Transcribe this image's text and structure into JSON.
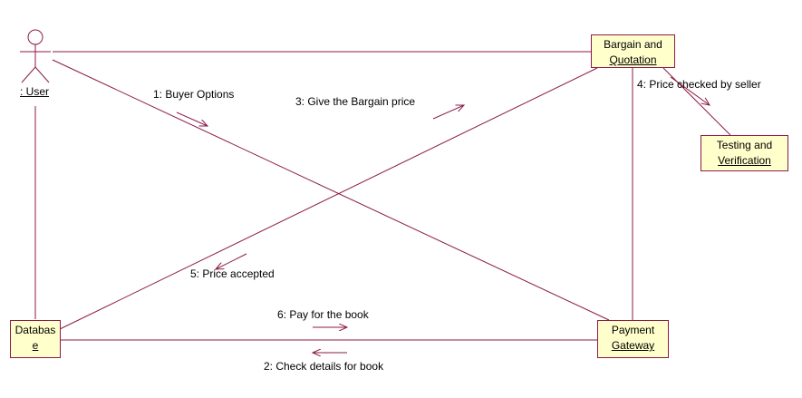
{
  "actor": {
    "name": ": User"
  },
  "objects": {
    "bargain": {
      "line1": "Bargain and",
      "line2": "Quotation"
    },
    "testing": {
      "line1": "Testing and",
      "line2": "Verification"
    },
    "database": {
      "line1": "Databas",
      "line2": "e"
    },
    "payment": {
      "line1": "Payment",
      "line2": "Gateway"
    }
  },
  "messages": [
    "1: Buyer Options",
    "2: Check details for book",
    "3: Give the Bargain price",
    "4: Price checked by seller",
    "5: Price accepted",
    "6: Pay for the book"
  ],
  "colors": {
    "line": "#8b1a47",
    "object_fill": "#ffffcc",
    "text": "#000000"
  }
}
